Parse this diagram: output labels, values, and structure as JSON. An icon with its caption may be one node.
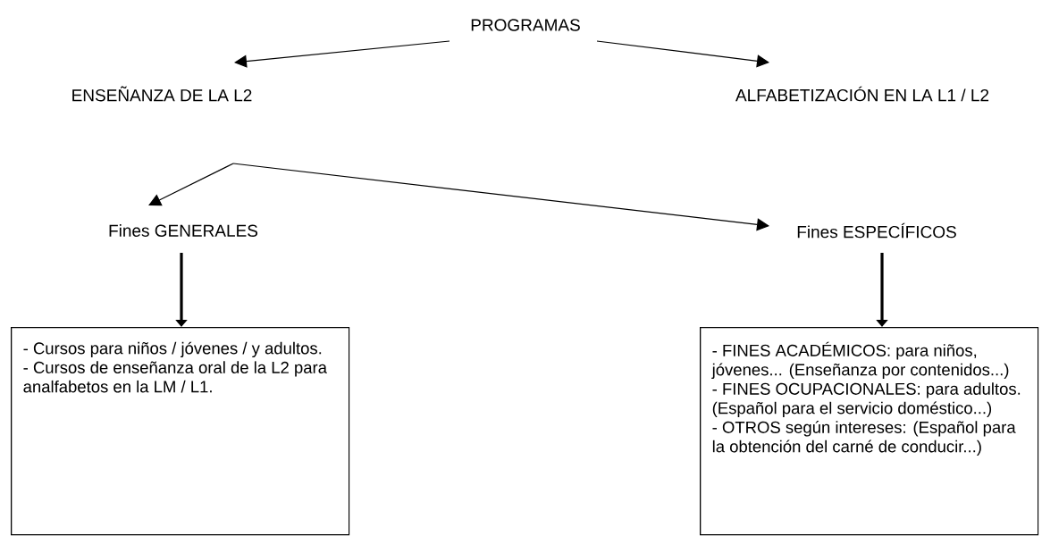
{
  "diagram": {
    "nodes": [
      {
        "text": [
          "PROGRAMAS"
        ]
      },
      {
        "text": [
          "ENSEÑANZA DE LA L2"
        ]
      },
      {
        "text": [
          "ALFABETIZACIÓN EN LA L1 / L2"
        ]
      },
      {
        "text": [
          "Fines GENERALES"
        ]
      },
      {
        "text": [
          "Fines ESPECÍFICOS"
        ]
      },
      {
        "text": [
          "- Cursos para niños / jóvenes / y adultos.",
          "- Cursos de enseñanza oral de la L2 para analfabetos en la LM / L1."
        ]
      },
      {
        "text": [
          "- FINES ACADÉMICOS: para niños, jóvenes... (Enseñanza por contenidos...)",
          "- FINES OCUPACIONALES: para adultos. (Español para el servicio doméstico...)",
          "- OTROS según intereses: (Español para la obtención del carné de conducir...)"
        ]
      }
    ],
    "edges": [
      {
        "from": 0,
        "to": 1,
        "arrow": "to"
      },
      {
        "from": 0,
        "to": 2,
        "arrow": "to"
      },
      {
        "from": 1,
        "to": 3,
        "arrow": "to"
      },
      {
        "from": 1,
        "to": 4,
        "arrow": "to"
      },
      {
        "from": 3,
        "to": 5,
        "arrow": "to",
        "style": "thick"
      },
      {
        "from": 4,
        "to": 6,
        "arrow": "to",
        "style": "thick"
      }
    ]
  }
}
